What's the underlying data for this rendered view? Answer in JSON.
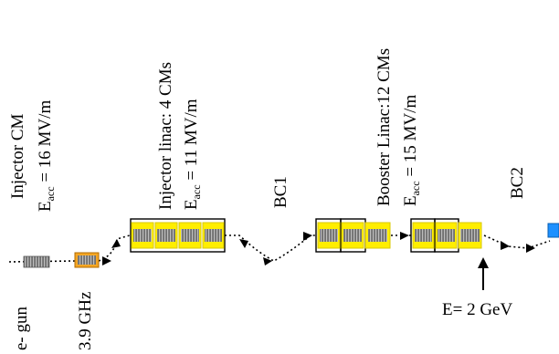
{
  "labels": {
    "e_gun": "e- gun",
    "freq": "3.9 GHz",
    "injector_cm": "Injector CM",
    "injector_eacc_value": "= 16 MV/m",
    "injector_linac": "Injector linac:   4 CMs",
    "injector_linac_eacc_value": "= 11 MV/m",
    "bc1": "BC1",
    "booster_linac": "Booster Linac:12 CMs",
    "booster_eacc_value": "= 15 MV/m",
    "bc2": "BC2",
    "energy": "E= 2 GeV",
    "eacc_symbol": "E",
    "eacc_sub": "acc"
  },
  "colors": {
    "cavity_fill": "#7d7d7d",
    "cryomodule_highlight": "#ffee00",
    "harmonic_cm_highlight": "#f5a623",
    "target": "#1e90ff"
  },
  "icons": [
    "arrow-up-icon",
    "target-block-icon"
  ]
}
